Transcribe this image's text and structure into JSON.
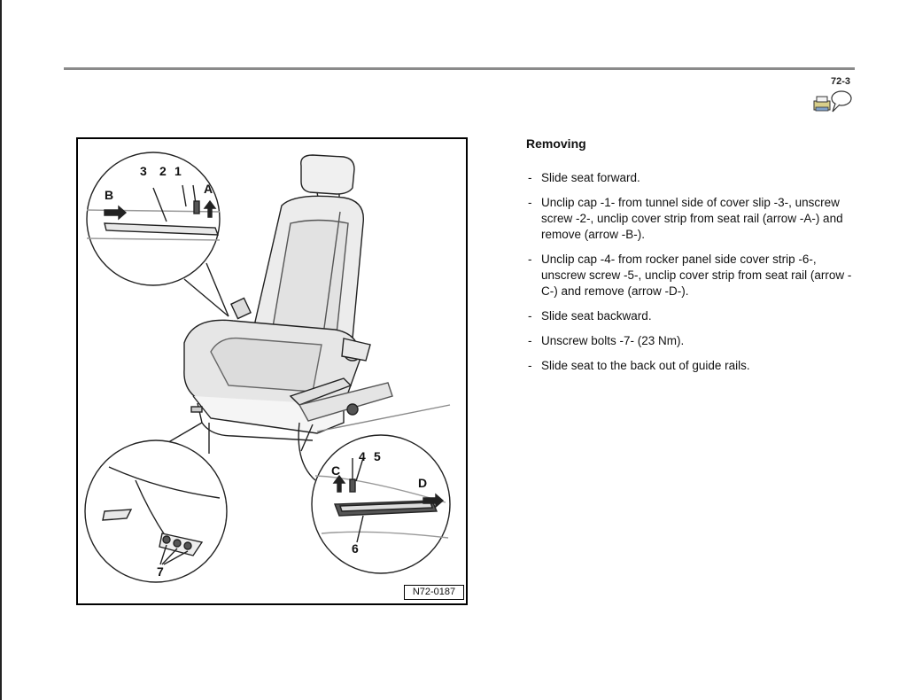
{
  "header": {
    "page_number": "72-3",
    "icon": "printer-speech-icon"
  },
  "figure": {
    "id_label": "N72-0187",
    "callouts": {
      "n1": "1",
      "n2": "2",
      "n3": "3",
      "n4": "4",
      "n5": "5",
      "n6": "6",
      "n7": "7",
      "a": "A",
      "b": "B",
      "c": "C",
      "d": "D"
    }
  },
  "content": {
    "title": "Removing",
    "steps": [
      "Slide seat forward.",
      "Unclip cap -1- from tunnel side of cover slip -3-, unscrew screw -2-, unclip cover strip from seat rail (arrow -A-) and remove (arrow -B-).",
      "Unclip cap -4- from rocker panel side cover strip -6-, unscrew screw -5-, unclip cover strip from seat rail (arrow -C-) and remove (arrow -D-).",
      "Slide seat backward.",
      "Unscrew bolts -7- (23 Nm).",
      "Slide seat to the back out of guide rails."
    ]
  }
}
